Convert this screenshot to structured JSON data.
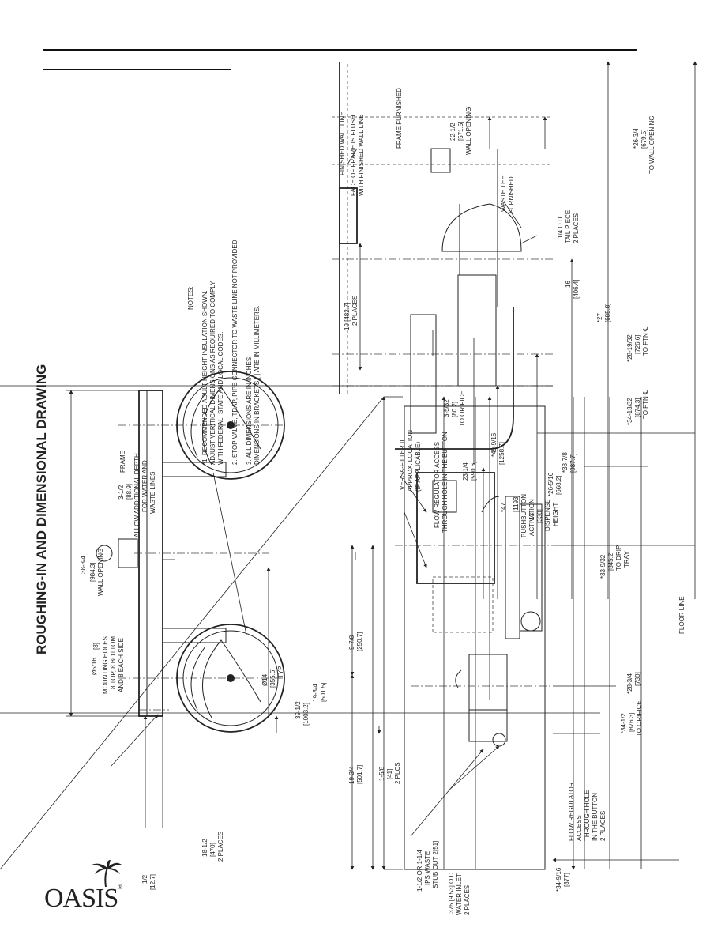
{
  "title": "ROUGHING-IN AND DIMENSIONAL DRAWING",
  "notes": {
    "heading": "NOTES:",
    "lines": [
      "*1. RECOMMENDED ADULT HEIGHT INSULATION SHOWN.",
      "ADJUST VERITICAL DIMENSIONS AS REQUIRED TO COMPLY",
      "WITH FEDERAL, STATE AND LOCAL CODES.",
      "2. STOP VALVE, TRAP, PIPE CONNECTOR TO WASTE LINE NOT PROVIDED.",
      "3. ALL DIMENSIONS ARE IN INCHES:",
      "DIMENSIONS IN BRACKETS [ ] ARE IN MILLIMETERS."
    ]
  },
  "top_view": {
    "wall_opening": [
      "38-3/4",
      "[984.3]",
      "WALL OPENING"
    ],
    "frame": [
      "3-1/2",
      "[88.9]",
      "ALLOW ADDITIONAL DEPTH",
      "FOR WATER AND",
      "WASTE LINES"
    ],
    "frame_label": "FRAME",
    "mounting_holes": [
      "Ø5/16",
      "[8]",
      "MOUNTING HOLES",
      "8 TOP, 8 BOTTOM",
      "AND 8 EACH SIDE"
    ],
    "bowl": [
      "Ø14",
      "[355.6]",
      "TYP"
    ],
    "half": [
      "1/2",
      "[12.7]"
    ],
    "eighteen": [
      "18-1/2",
      "[470]",
      "2 PLACES"
    ]
  },
  "front_view": {
    "d39": [
      "39-1/2",
      "[1003.2]"
    ],
    "d19a": [
      "19-3/4",
      "[501.5]"
    ],
    "d9": [
      "9-7/8",
      "[250.7]"
    ],
    "d19b": [
      "19-3/4",
      "[501.7]"
    ],
    "d158": [
      "1-5/8",
      "[41]",
      "2 PLCS"
    ],
    "d1916": [
      "*34-9/16",
      "[877]"
    ],
    "d34": [
      "*34-1/2",
      "[876.3]",
      "TO ORIFICE"
    ],
    "d28": [
      "*28-3/4",
      "[730]"
    ],
    "d33": [
      "*33-9/32",
      "[845.2]",
      "TO DRIP",
      "TRAY"
    ],
    "d13": [
      "13",
      "[330]",
      "DISPENSE",
      "HEIGHT"
    ],
    "d47": [
      "*47",
      "[1193]",
      "PUSHBUTTON",
      "ACTIVATION"
    ],
    "d23": [
      "23-1/4",
      "[590.6]"
    ],
    "d26": [
      "*26-5/16",
      "[668.2]"
    ],
    "d49": [
      "*49-9/16",
      "[1258.7]"
    ],
    "versa": [
      "VERSA-FILTER III",
      "APPROX. LOCATION",
      "(IF APPLICABLE)"
    ],
    "flow1": [
      "FLOW REGULATOR ACCESS",
      "THROUGH HOLE IN THE BUTTON"
    ],
    "flow2": [
      "FLOW REGULATOR",
      "ACCESS",
      "THROUGH HOLE",
      "IN THE BUTTON",
      "2 PLACES"
    ],
    "floor": "FLOOR LINE",
    "waste": [
      "1-1/2 OR 1-1/4",
      "IPS WASTE",
      "STUB OUT 2[51]"
    ],
    "inlet": [
      ".375   [9.53] O.D.",
      "WATER INLET",
      "2 PLACES"
    ]
  },
  "side_view": {
    "finished_wall": "FINISHED WALL LINE",
    "face": [
      "FACE OF FRAME IS FLUSH",
      "WITH FINISHED WALL LINE"
    ],
    "frame_furnished": "FRAME FURNISHED",
    "d22": [
      "22-1/2",
      "[571.5]",
      "WALL OPENING"
    ],
    "d26": [
      "*26-3/4",
      "[679.5]",
      "TO WALL OPENING"
    ],
    "waste_tee": [
      "WASTE TEE",
      "FURNISHED"
    ],
    "tail": [
      "1/4 O.D.",
      "TAIL PIECE",
      "2 PLACES"
    ],
    "d19": [
      "19  [482.7]",
      "2 PLACES"
    ],
    "d16": [
      "16",
      "[406.4]"
    ],
    "d27": [
      "*27",
      "[685.8]"
    ],
    "d28": [
      "*28-19/32",
      "[726.6]",
      "TO FTN ℄"
    ],
    "d34": [
      "*34-13/32",
      "[874.3]",
      "TO FTN ℄"
    ],
    "d38": [
      "*38-7/8",
      "[987.7]"
    ],
    "d3": [
      "3-5/32",
      "[80.2]",
      "TO ORIFICE"
    ]
  },
  "logo": {
    "text": "OASIS",
    "mark": "®"
  }
}
